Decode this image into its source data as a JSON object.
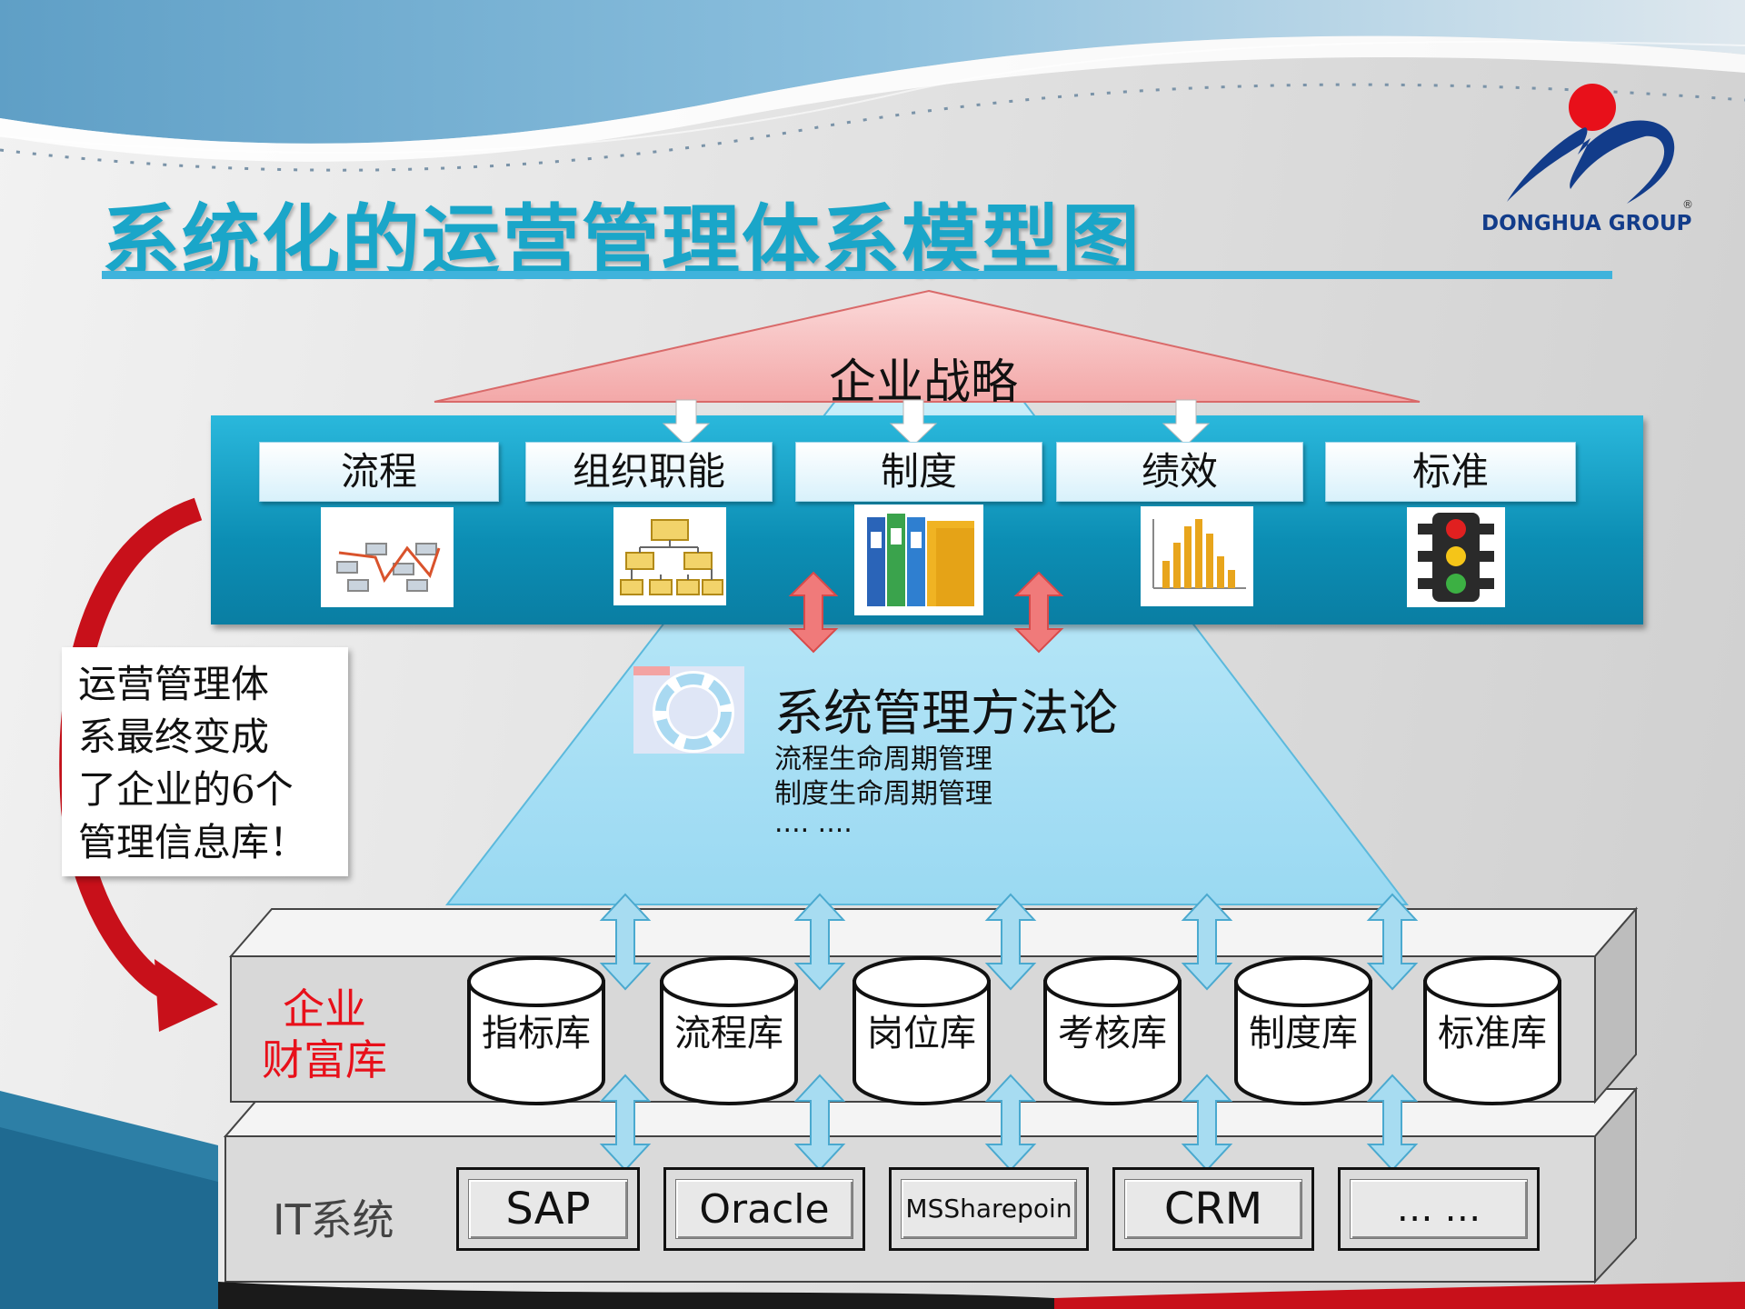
{
  "title": "系统化的运营管理体系模型图",
  "logo": {
    "name": "DONGHUA GROUP",
    "mark": "®"
  },
  "strategy": "企业战略",
  "categories": [
    "流程",
    "组织职能",
    "制度",
    "绩效",
    "标准"
  ],
  "methodology": {
    "title": "系统管理方法论",
    "lines": [
      "流程生命周期管理",
      "制度生命周期管理",
      ".... ...."
    ]
  },
  "note": [
    "运营管理体",
    "系最终变成",
    "了企业的6个",
    "管理信息库！"
  ],
  "wealth_label": [
    "企业",
    "财富库"
  ],
  "databases": [
    "指标库",
    "流程库",
    "岗位库",
    "考核库",
    "制度库",
    "标准库"
  ],
  "it_label": "IT系统",
  "it_systems": [
    "SAP",
    "Oracle",
    "MS Sharepoin",
    "CRM",
    "… …"
  ],
  "colors": {
    "title": "#1aa6c9",
    "band": "#0c8eb4",
    "accent_red": "#e8101a",
    "logo_blue": "#123c8a"
  }
}
